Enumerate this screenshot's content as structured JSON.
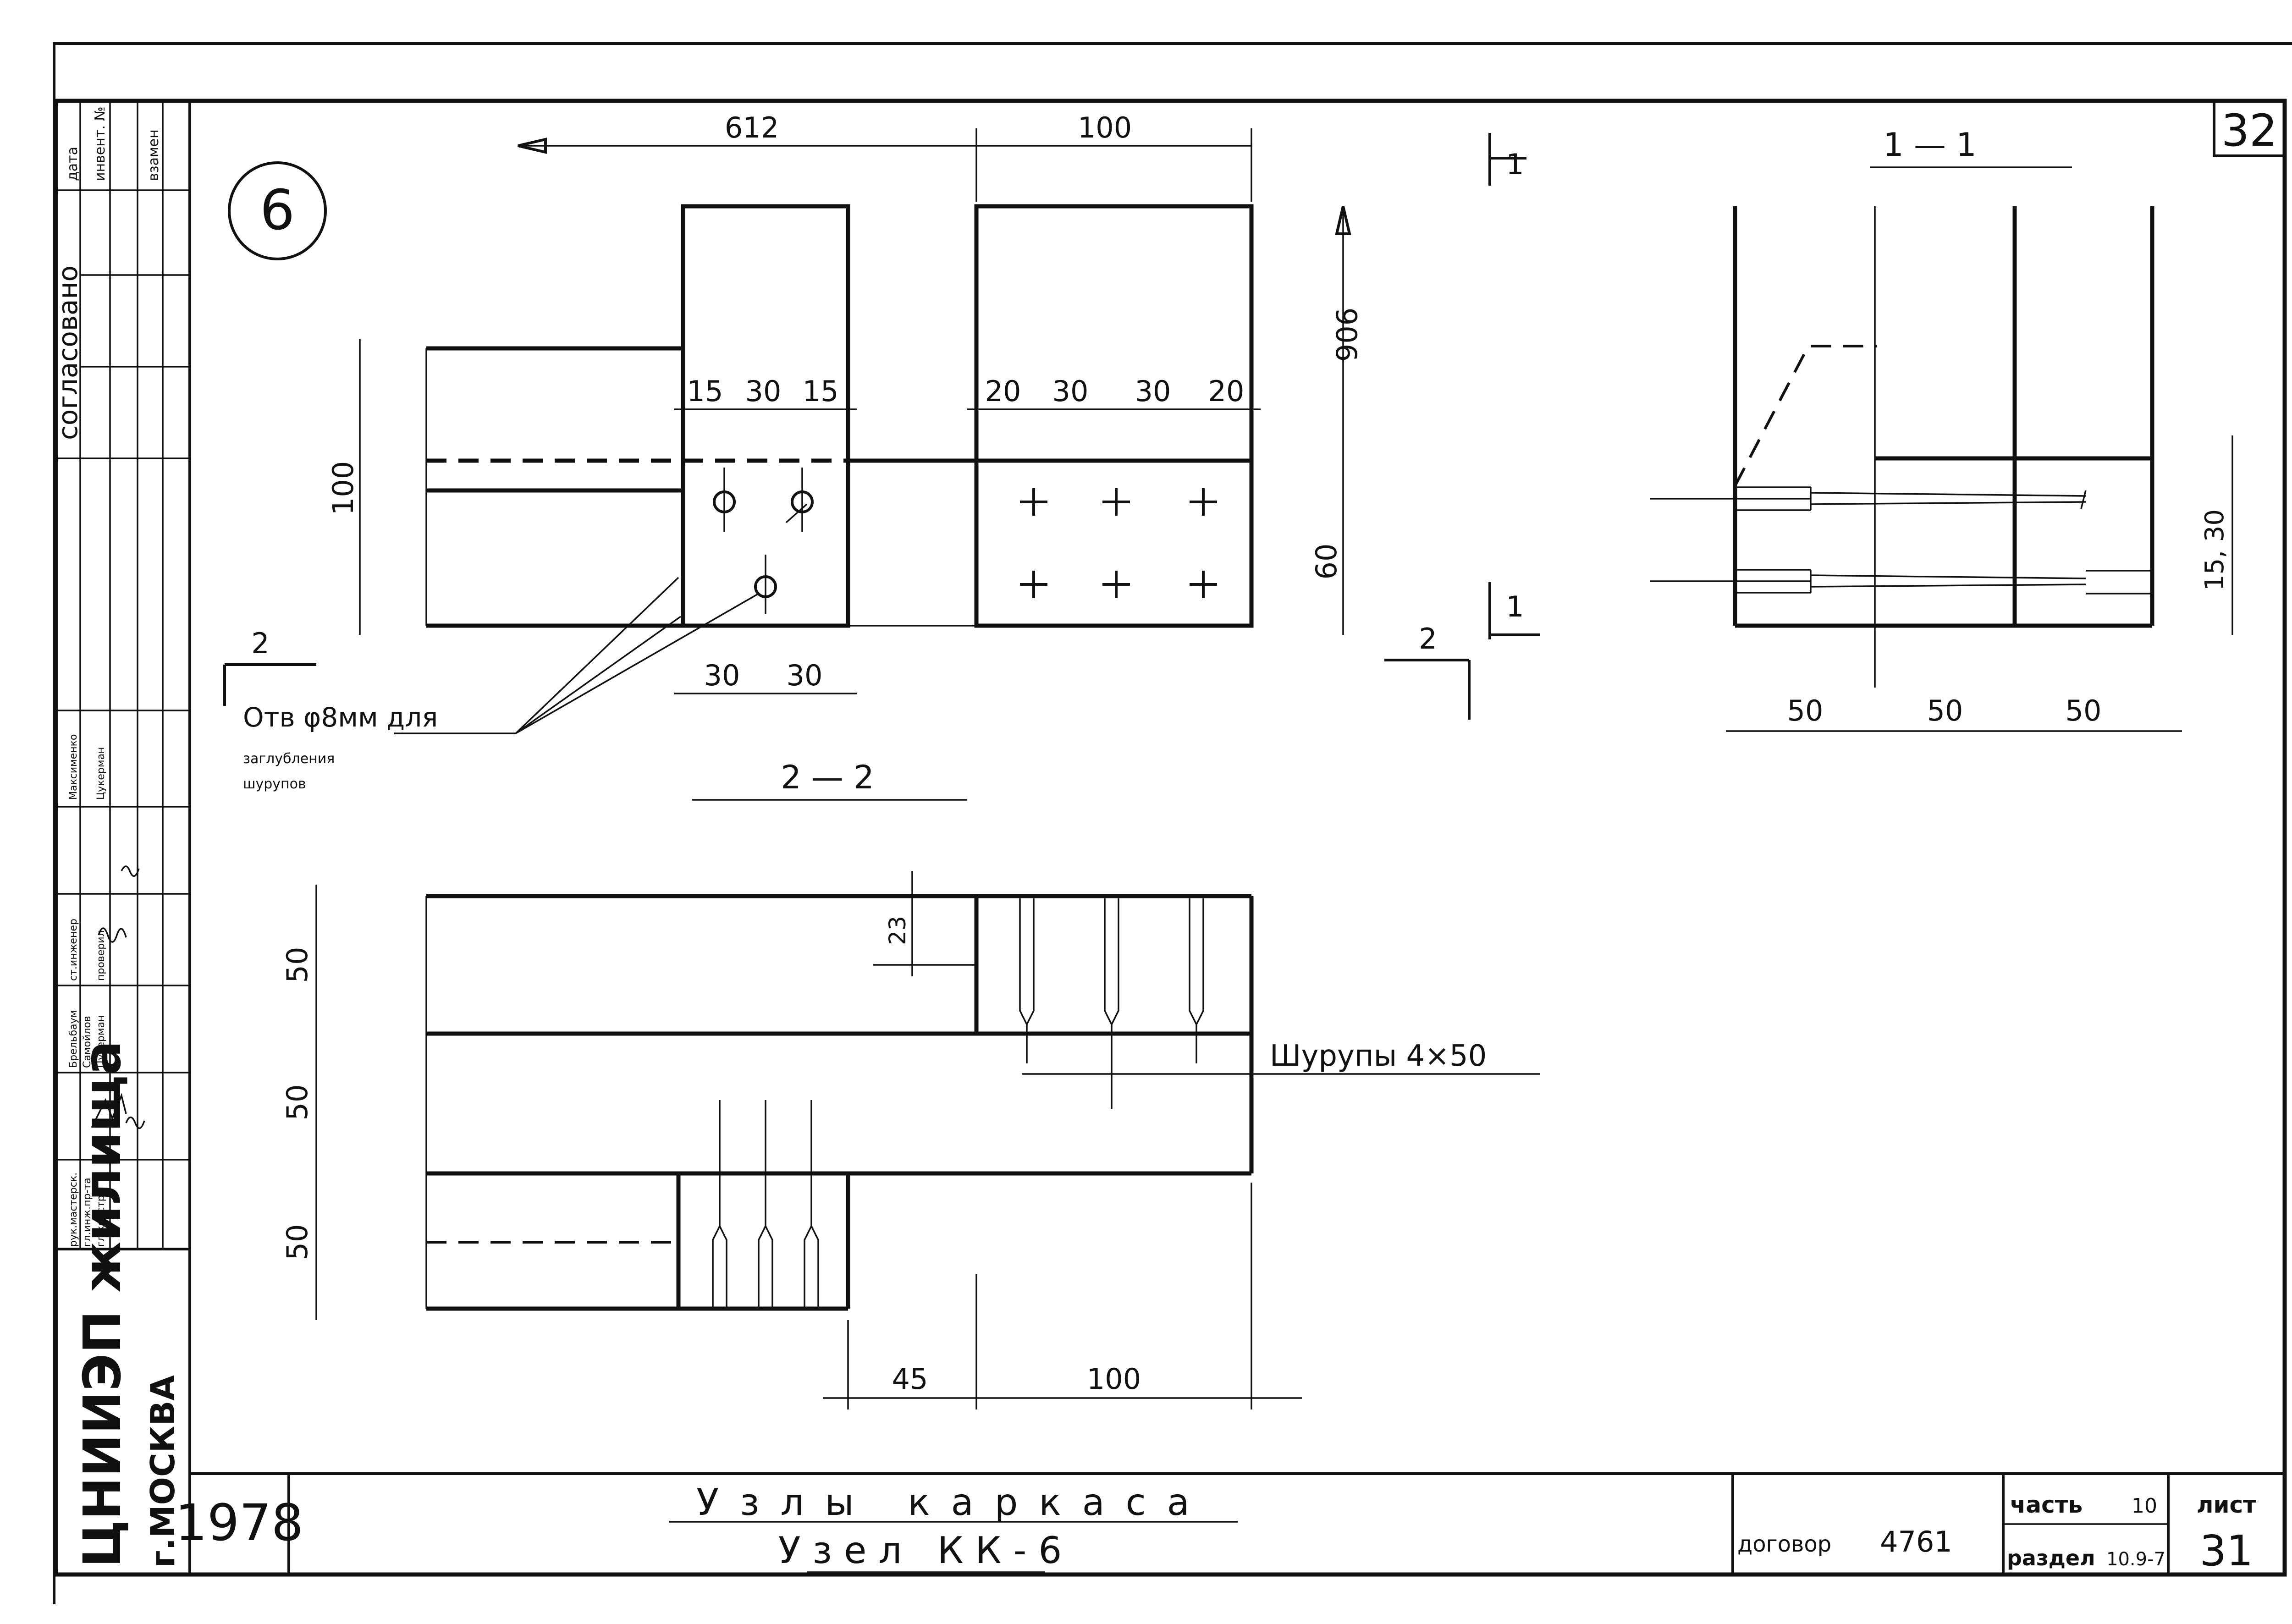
{
  "sheet_number_top": "32",
  "detail_marker": "6",
  "plan": {
    "dims_top": [
      "612",
      "100"
    ],
    "dims_holes": [
      "15",
      "30",
      "15"
    ],
    "dims_crosses": [
      "20",
      "30",
      "30",
      "20"
    ],
    "dim_left": "100",
    "dim_right_top": "906",
    "dim_right_bottom": "60",
    "dims_bottom": [
      "30",
      "30"
    ],
    "section_1_top": "1",
    "section_1_bottom": "1",
    "section_2_left": "2",
    "section_2_right": "2",
    "note": [
      "Отв φ8мм для",
      "заглубления",
      "шурупов"
    ]
  },
  "section_1_1": {
    "title": "1 — 1",
    "dims_bottom": [
      "50",
      "50",
      "50"
    ],
    "dim_right": "15, 30"
  },
  "section_2_2": {
    "title": "2 — 2",
    "dims_left": [
      "50",
      "50",
      "50"
    ],
    "dim_23": "23",
    "screws_label": "Шурупы 4×50",
    "dims_bottom": [
      "45",
      "100"
    ]
  },
  "sidebar": {
    "agreed": "согласовано",
    "cols": [
      "дата",
      "инвент. №",
      "взамен"
    ],
    "roles": [
      "рук.мастерск.",
      "гл.инж.пр-та",
      "гл.констр.",
      "ст.инженер",
      "проверил"
    ],
    "names": [
      "Брельбаум",
      "Самойлов",
      "Цукерман",
      "Максименко",
      "Цукерман"
    ],
    "org_name": "ЦНИИЭП жилища",
    "org_city": "г.МОСКВА"
  },
  "title_block": {
    "year": "1978",
    "title_1": "Узлы каркаса",
    "title_2": "Узел КК-6",
    "contract_label": "договор",
    "contract_number": "4761",
    "part_label": "часть",
    "part_value": "10",
    "section_label": "раздел",
    "section_value": "10.9-7",
    "sheet_label": "лист",
    "sheet_value": "31"
  }
}
